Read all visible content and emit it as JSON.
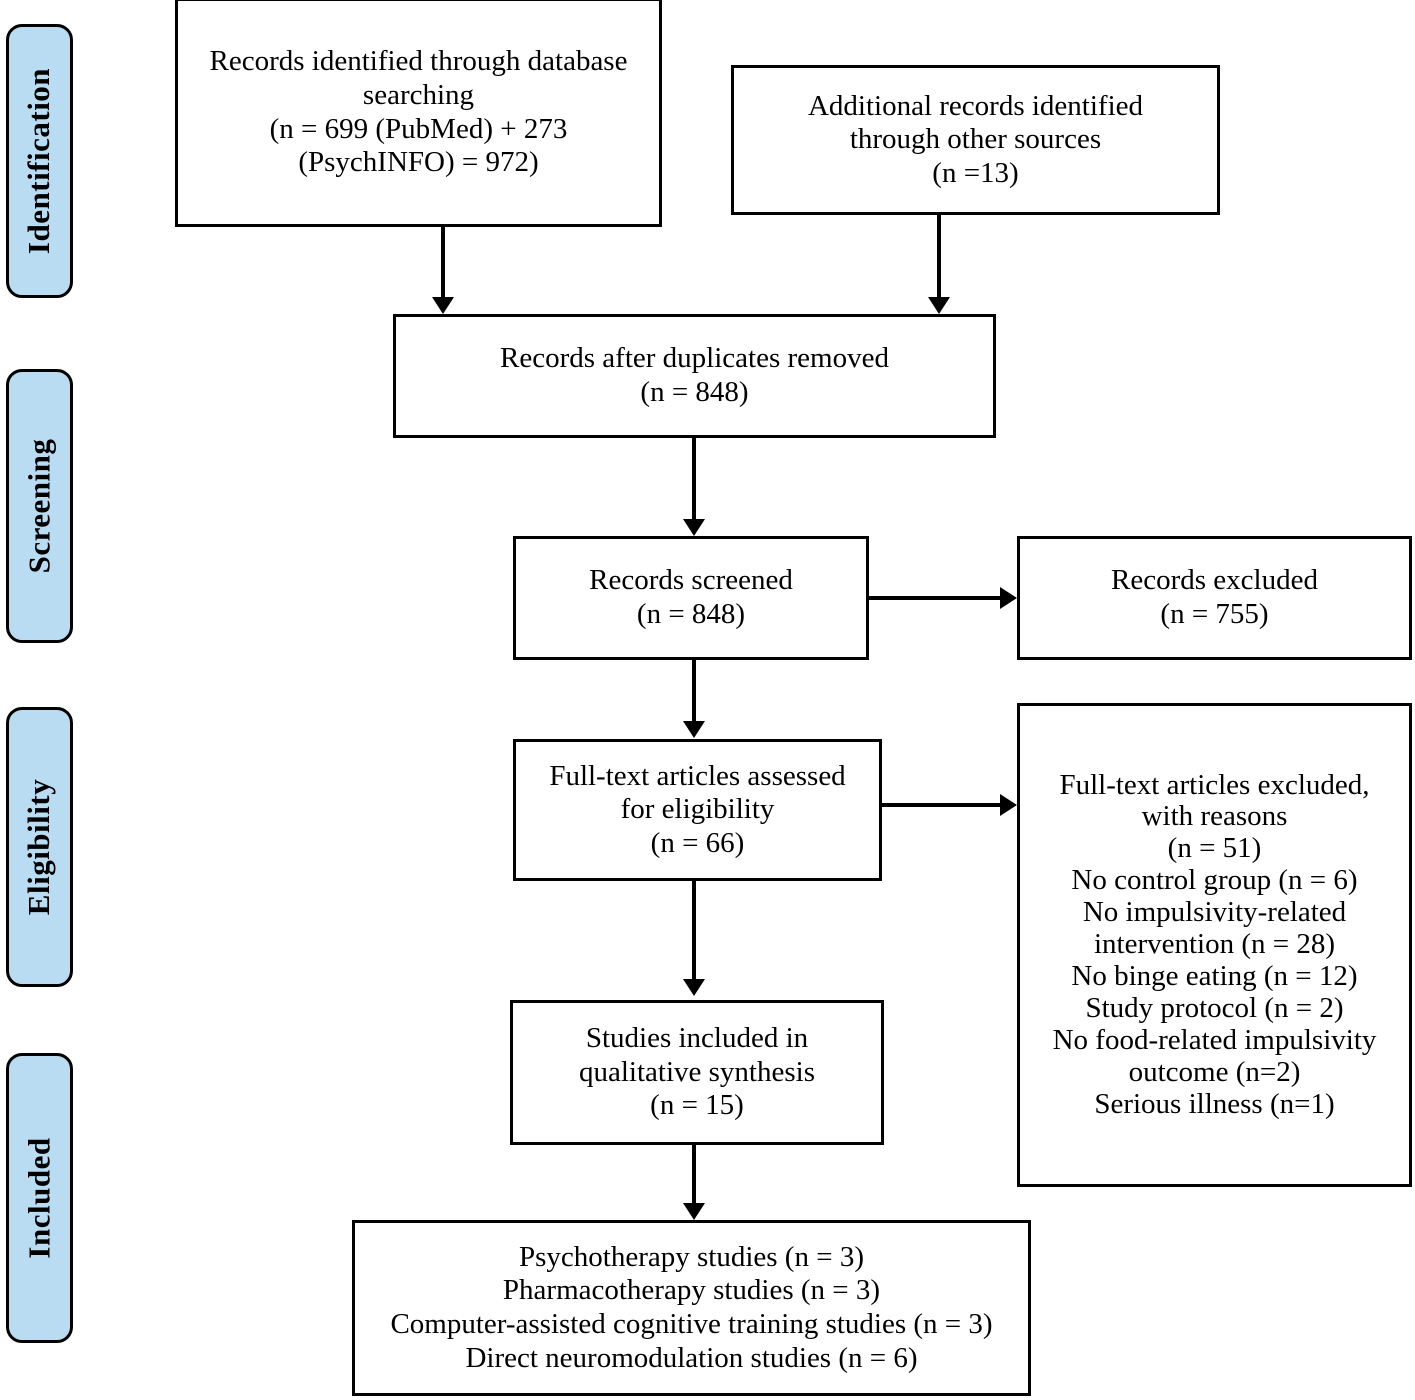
{
  "diagram": {
    "title": "PRISMA flow diagram",
    "accent_blue": "#b9dcf2",
    "line_color": "#000000",
    "box_fill": "#ffffff"
  },
  "stages": [
    {
      "id": "identification",
      "label": "Identification"
    },
    {
      "id": "screening",
      "label": "Screening"
    },
    {
      "id": "eligibility",
      "label": "Eligibility"
    },
    {
      "id": "included",
      "label": "Included"
    }
  ],
  "boxes": {
    "database_records": {
      "text": "Records identified through database\nsearching\n(n = 699 (PubMed) + 273\n(PsychINFO) = 972)"
    },
    "other_records": {
      "text": "Additional records identified\nthrough other sources\n(n =13)"
    },
    "duplicates_removed": {
      "text": "Records after duplicates removed\n(n = 848)"
    },
    "records_screened": {
      "text": "Records screened\n(n =  848)"
    },
    "records_excluded": {
      "text": "Records excluded\n(n = 755)"
    },
    "fulltext_assessed": {
      "text": "Full-text articles assessed\nfor eligibility\n(n = 66)"
    },
    "fulltext_excluded": {
      "text": "Full-text articles excluded,\nwith reasons\n(n =  51)\nNo control group (n = 6)\nNo impulsivity-related\nintervention (n = 28)\nNo binge eating (n = 12)\nStudy protocol (n = 2)\nNo food-related impulsivity\noutcome (n=2)\nSerious illness (n=1)"
    },
    "qualitative_synthesis": {
      "text": "Studies included in\nqualitative synthesis\n(n = 15)"
    },
    "study_breakdown": {
      "text": "Psychotherapy studies (n = 3)\nPharmacotherapy studies (n = 3)\nComputer-assisted cognitive training studies (n = 3)\nDirect neuromodulation studies (n = 6)"
    }
  },
  "counts": {
    "pubmed": 699,
    "psycinfo": 273,
    "total_database": 972,
    "other_sources": 13,
    "after_duplicates": 848,
    "screened": 848,
    "excluded_screening": 755,
    "fulltext_assessed": 66,
    "fulltext_excluded": 51,
    "no_control_group": 6,
    "no_impulsivity_intervention": 28,
    "no_binge_eating": 12,
    "study_protocol": 2,
    "no_food_impulsivity_outcome": 2,
    "serious_illness": 1,
    "included_qualitative": 15,
    "psychotherapy": 3,
    "pharmacotherapy": 3,
    "computer_cognitive_training": 3,
    "direct_neuromodulation": 6
  }
}
